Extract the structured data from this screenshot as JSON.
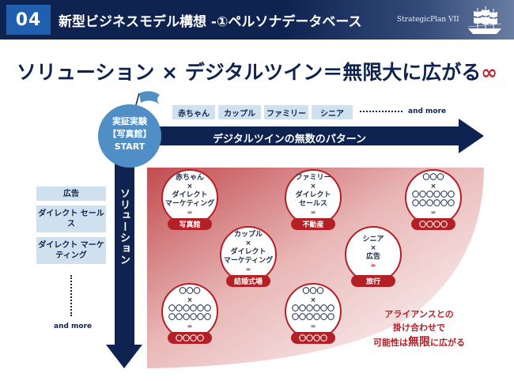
{
  "header": {
    "number": "04",
    "title": "新型ビジネスモデル構想 -①ペルソナデータベース",
    "brand": "StrategicPlan VII"
  },
  "main_title": {
    "text": "ソリューション × デジタルツイン＝無限大に広がる",
    "symbol": "∞"
  },
  "start": {
    "line1": "実証実験",
    "line2": "【写真館】",
    "line3": "START"
  },
  "segments": [
    "赤ちゃん",
    "カップル",
    "ファミリー",
    "シニア"
  ],
  "segments_more": "and more",
  "horizontal_arrow_label": "デジタルツインの無数のパターン",
  "vertical_arrow_label": "ソリューション",
  "solutions": [
    "広告",
    "ダイレクト セールス",
    "ダイレクト マーケティング"
  ],
  "solutions_more": "and more",
  "bubbles": [
    {
      "lines": [
        "赤ちゃん",
        "×",
        "ダイレクト",
        "マーケティング"
      ],
      "eq": "=",
      "tag": "写真館"
    },
    {
      "lines": [
        "ファミリー",
        "×",
        "ダイレクト",
        "セールス"
      ],
      "eq": "=",
      "tag": "不動産"
    },
    {
      "lines": [
        "〇〇〇",
        "×",
        "〇〇〇〇〇〇",
        "〇〇〇〇〇〇"
      ],
      "eq": "=",
      "tag": "〇〇〇〇"
    },
    {
      "lines": [
        "カップル",
        "×",
        "ダイレクト",
        "マーケティング"
      ],
      "eq": "=",
      "tag": "結婚式場"
    },
    {
      "lines": [
        "シニア",
        "×",
        "広告"
      ],
      "eq": "=",
      "tag": "旅行"
    },
    {
      "lines": [
        "〇〇〇",
        "×",
        "〇〇〇〇〇〇",
        "〇〇〇〇〇〇"
      ],
      "eq": "=",
      "tag": "〇〇〇〇"
    },
    {
      "lines": [
        "〇〇〇",
        "×",
        "〇〇〇〇〇〇",
        "〇〇〇〇〇〇"
      ],
      "eq": "=",
      "tag": "〇〇〇〇"
    }
  ],
  "conclusion": {
    "line1": "アライアンスとの",
    "line2": "掛け合わせで",
    "line3_pre": "可能性は",
    "line3_em": "無限",
    "line3_post": "に広がる"
  },
  "colors": {
    "navy": "#0f2350",
    "accent_red": "#b32025",
    "infinity_red": "#c0272d",
    "light_blue": "#cfe0ee"
  }
}
